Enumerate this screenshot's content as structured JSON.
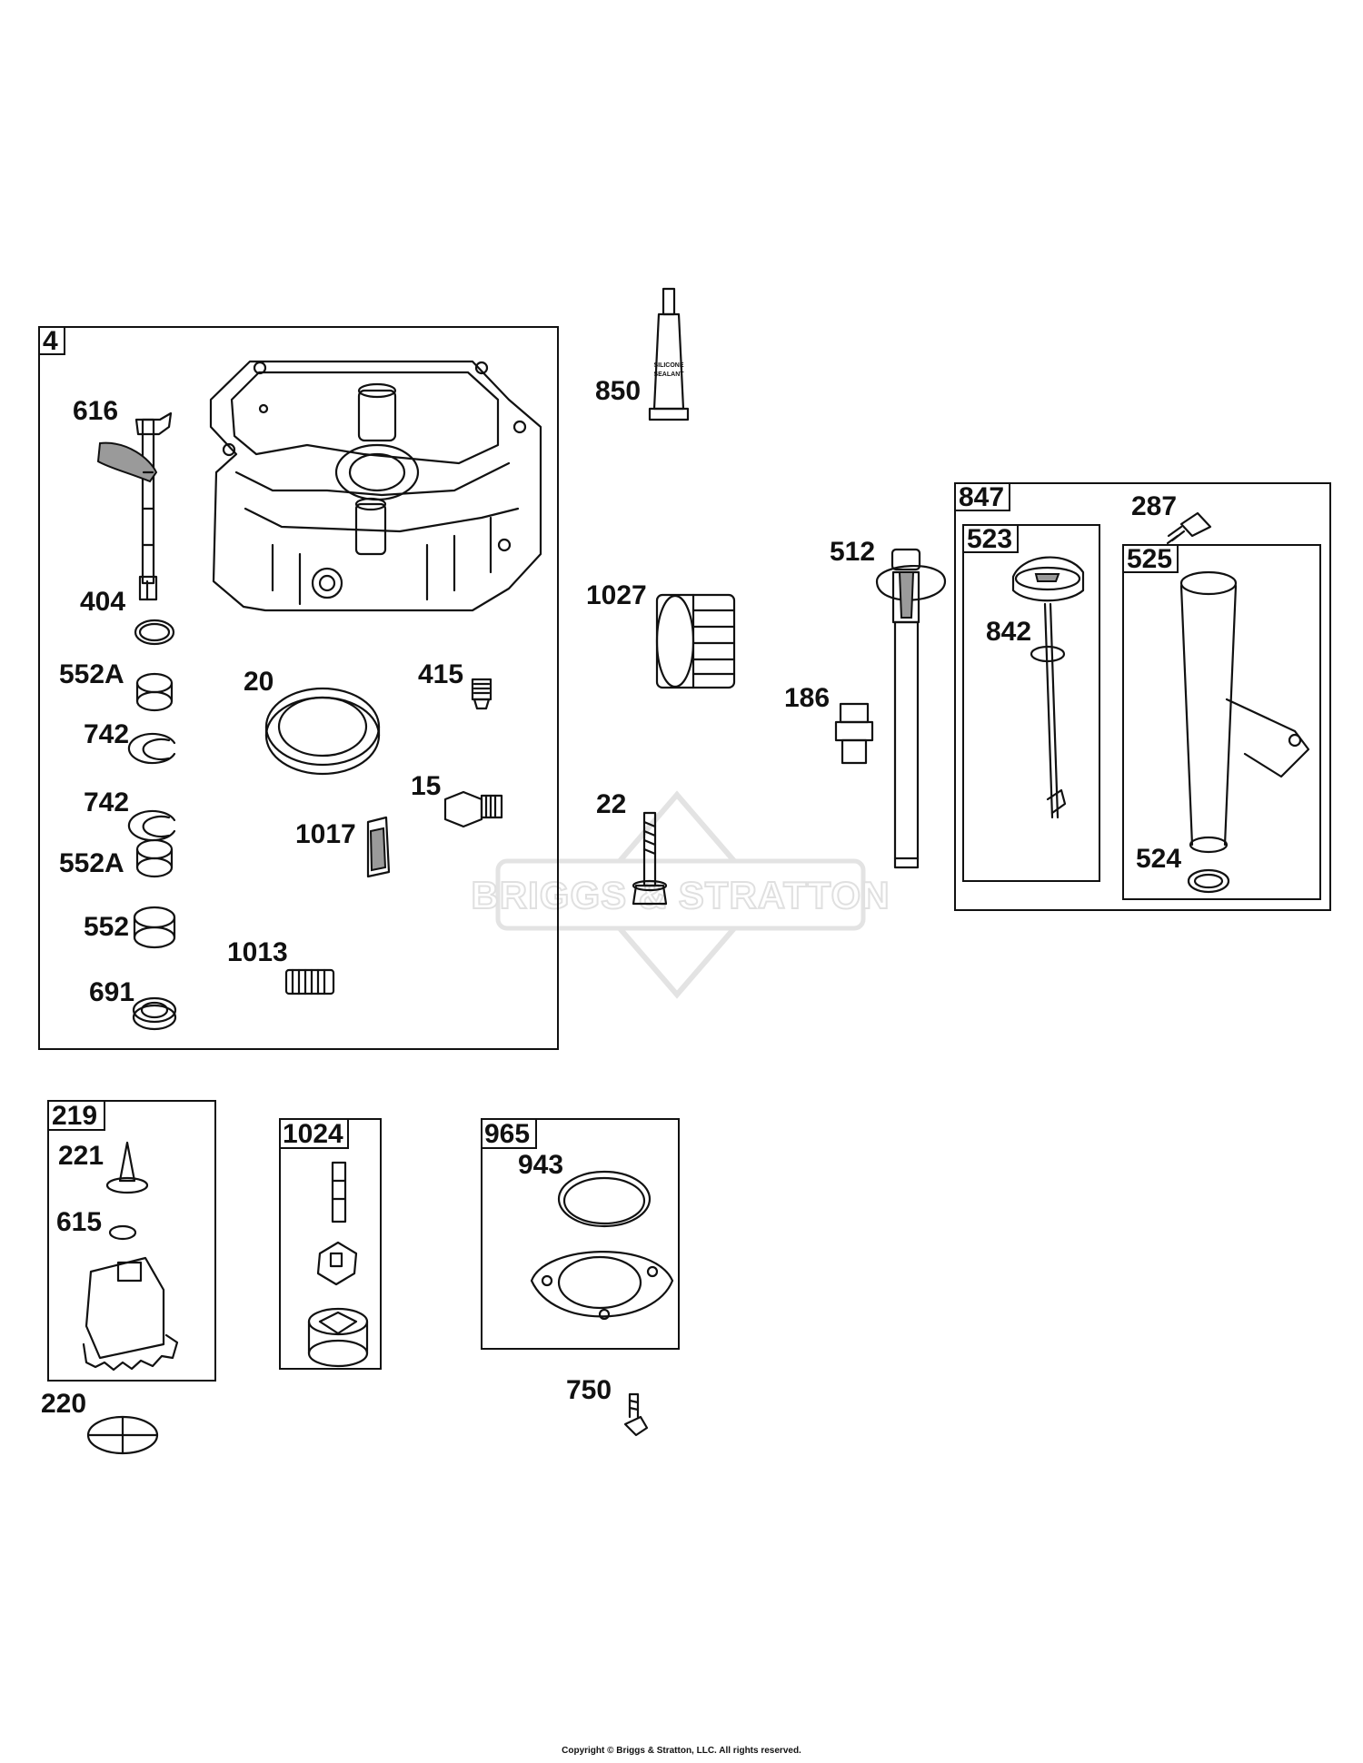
{
  "watermark": {
    "brand_text": "BRIGGS & STRATTON"
  },
  "sealant_tube": {
    "line1": "SILICONE",
    "line2": "SEALANT"
  },
  "assemblies": {
    "a4": "4",
    "a847": "847",
    "a523": "523",
    "a525": "525",
    "a219": "219",
    "a1024": "1024",
    "a965": "965"
  },
  "part_labels": {
    "p616": "616",
    "p404": "404",
    "p552a_1": "552A",
    "p742_1": "742",
    "p742_2": "742",
    "p552a_2": "552A",
    "p552": "552",
    "p691": "691",
    "p20": "20",
    "p415": "415",
    "p15": "15",
    "p1017": "1017",
    "p1013": "1013",
    "p850": "850",
    "p1027": "1027",
    "p22": "22",
    "p512": "512",
    "p186": "186",
    "p287": "287",
    "p842": "842",
    "p524": "524",
    "p221": "221",
    "p615": "615",
    "p220": "220",
    "p943": "943",
    "p750": "750"
  },
  "footer": {
    "copyright": "Copyright © Briggs & Stratton, LLC. All rights reserved."
  }
}
